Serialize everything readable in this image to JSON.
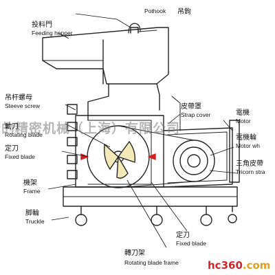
{
  "labels": {
    "pothook": {
      "en": "Pothook",
      "zh": "吊鉤"
    },
    "feeding_hopper": {
      "zh": "投料門",
      "en": "Feeding hopper"
    },
    "steeve_screw": {
      "zh": "吊杆螺母",
      "en": "Steeve screw"
    },
    "rotating_blade_l": {
      "zh": "動刀",
      "en": "Rotating blade"
    },
    "fixed_blade_l": {
      "zh": "定刀",
      "en": "Fixed blade"
    },
    "frame": {
      "zh": "機架",
      "en": "Frame"
    },
    "truckle": {
      "zh": "脚輪",
      "en": "Truckle"
    },
    "strap_cover": {
      "zh": "皮帶罩",
      "en": "Strap cover"
    },
    "motor": {
      "zh": "電機",
      "en": "Motor"
    },
    "motor_wheel": {
      "zh": "電機輪",
      "en": "Motor wh"
    },
    "tricorn_strap": {
      "zh": "三角皮帶",
      "en": "Tricorn stra"
    },
    "fixed_blade_b": {
      "zh": "定刀",
      "en": "Fixed blade"
    },
    "rotating_blade_frame": {
      "zh": "轉刀架",
      "en": "Rotating blade frame"
    }
  },
  "watermark": "摩的精密机械（上海）有限公司",
  "logo": {
    "part1": "hc360",
    "part2": ".com"
  }
}
